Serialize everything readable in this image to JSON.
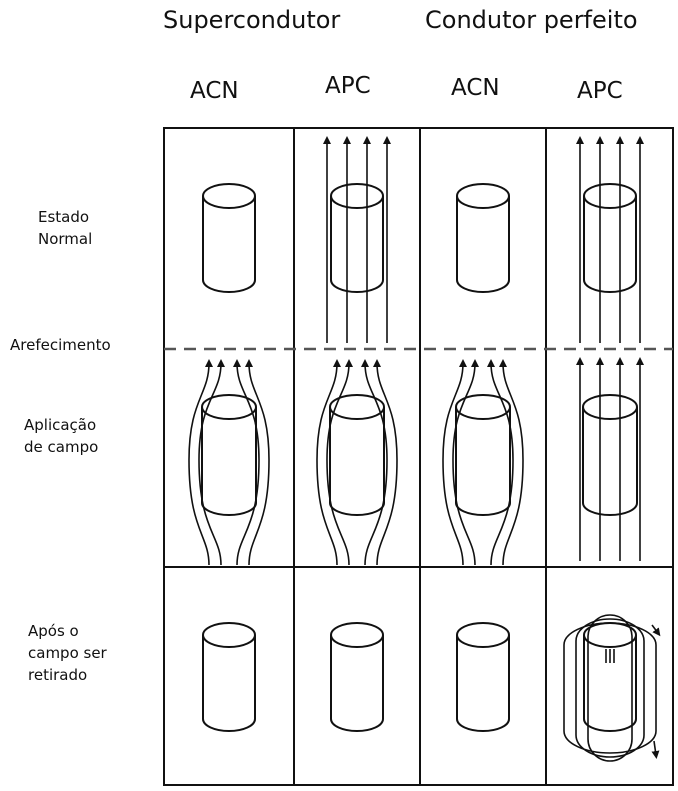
{
  "headers": {
    "superconductor": "Supercondutor",
    "perfect_conductor": "Condutor perfeito"
  },
  "columns": [
    "ACN",
    "APC",
    "ACN",
    "APC"
  ],
  "rows": {
    "normal_state": [
      "Estado",
      "Normal"
    ],
    "cooling": "Arefecimento",
    "field_applied": [
      "Aplicação",
      "de campo"
    ],
    "field_removed": [
      "Após o",
      "campo ser",
      "retirado"
    ]
  },
  "cells": {
    "row1": [
      "none",
      "through",
      "none",
      "through"
    ],
    "row2": [
      "expelled",
      "expelled",
      "expelled",
      "through"
    ],
    "row3": [
      "none",
      "none",
      "none",
      "trapped-loops"
    ]
  }
}
